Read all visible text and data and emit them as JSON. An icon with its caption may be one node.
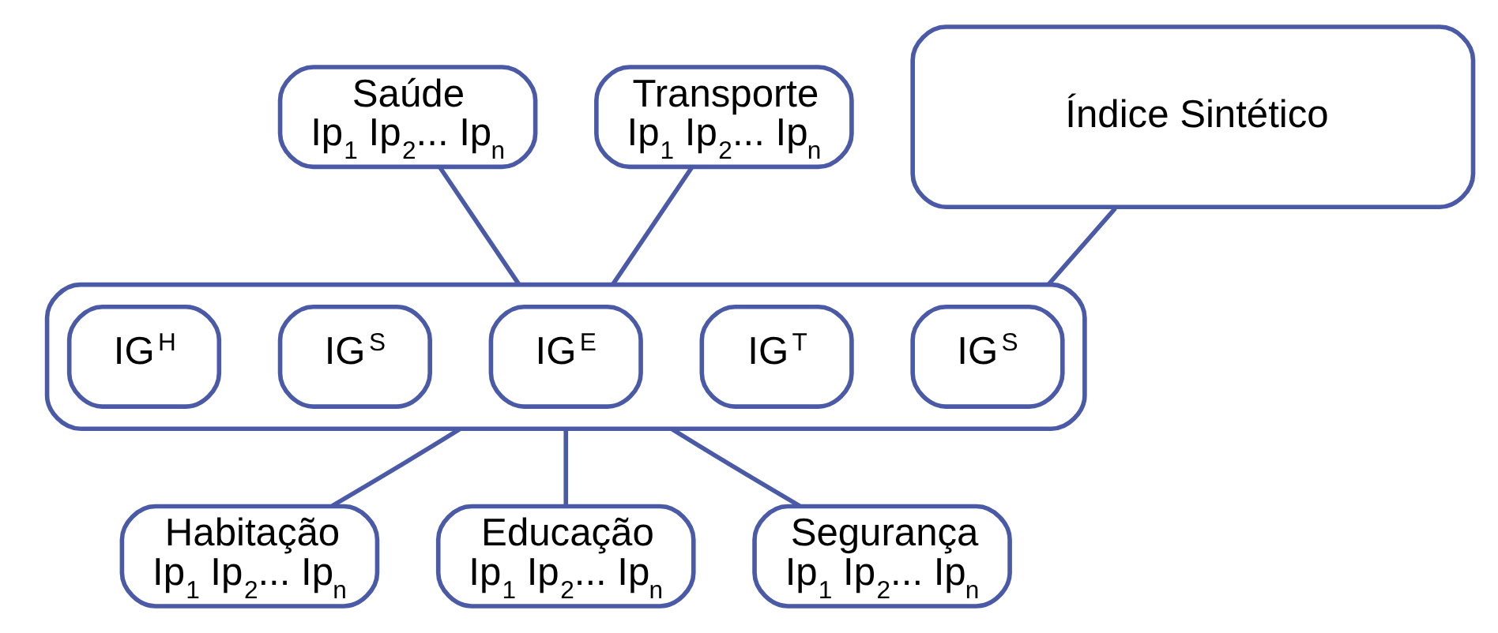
{
  "diagram": {
    "nodes": [
      {
        "text": [
          "Saúde",
          "Ip$_{1}$ Ip$_{2}$... Ip$_{n}$"
        ]
      },
      {
        "text": [
          "Transporte",
          "Ip$_{1}$ Ip$_{2}$... Ip$_{n}$"
        ]
      },
      {
        "text": [],
        "shape": "box"
      },
      {
        "text": [
          "IG$^{H}$"
        ],
        "in": 2
      },
      {
        "text": [
          "IG$^{S}$"
        ],
        "in": 2
      },
      {
        "text": [
          "IG$^{E}$"
        ],
        "in": 2
      },
      {
        "text": [
          "IG$^{T}$"
        ],
        "in": 2
      },
      {
        "text": [
          "IG$^{S}$"
        ],
        "in": 2
      },
      {
        "text": [
          "Índice Sintético"
        ]
      },
      {
        "text": [
          "Habitação",
          "Ip$_{1}$ Ip$_{2}$... Ip$_{n}$"
        ]
      },
      {
        "text": [
          "Educação",
          "Ip$_{1}$ Ip$_{2}$... Ip$_{n}$"
        ]
      },
      {
        "text": [
          "Segurança",
          "Ip$_{1}$ Ip$_{2}$... Ip$_{n}$"
        ]
      }
    ],
    "edges": [
      {
        "from": 0,
        "to": 2,
        "arrow": "none"
      },
      {
        "from": 1,
        "to": 2,
        "arrow": "none"
      },
      {
        "from": 2,
        "to": 8,
        "arrow": "none"
      },
      {
        "from": 2,
        "to": 9,
        "arrow": "none"
      },
      {
        "from": 2,
        "to": 10,
        "arrow": "none"
      },
      {
        "from": 2,
        "to": 11,
        "arrow": "none"
      }
    ]
  }
}
